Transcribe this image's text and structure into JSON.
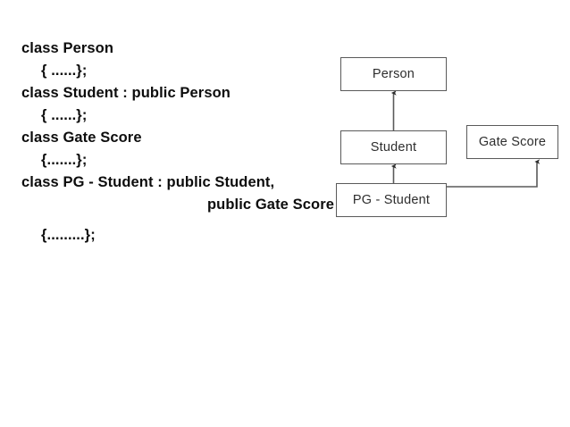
{
  "slide": {
    "background_color": "#ffffff",
    "code": {
      "lines": [
        {
          "text": "class Person",
          "indent": 0
        },
        {
          "text": "{ ......};",
          "indent": 1
        },
        {
          "text": "class Student : public Person",
          "indent": 0
        },
        {
          "text": "{ ......};",
          "indent": 1
        },
        {
          "text": "class Gate Score",
          "indent": 0
        },
        {
          "text": "{.......};",
          "indent": 1
        },
        {
          "text": "class PG - Student : public Student,",
          "indent": 0
        },
        {
          "text": "public Gate Score",
          "indent": 3
        },
        {
          "text": "{.........};",
          "indent": 1
        }
      ],
      "text_color": "#0d0d0d"
    },
    "diagram": {
      "type": "class-inheritance",
      "border_color": "#5a5a5a",
      "label_color": "#2e2e2e",
      "nodes": [
        {
          "id": "person",
          "label": "Person"
        },
        {
          "id": "student",
          "label": "Student"
        },
        {
          "id": "gate",
          "label": "Gate Score"
        },
        {
          "id": "pg",
          "label": "PG - Student"
        }
      ],
      "edges": [
        {
          "from": "student",
          "to": "person"
        },
        {
          "from": "pg",
          "to": "student"
        },
        {
          "from": "pg",
          "to": "gate"
        }
      ]
    }
  }
}
